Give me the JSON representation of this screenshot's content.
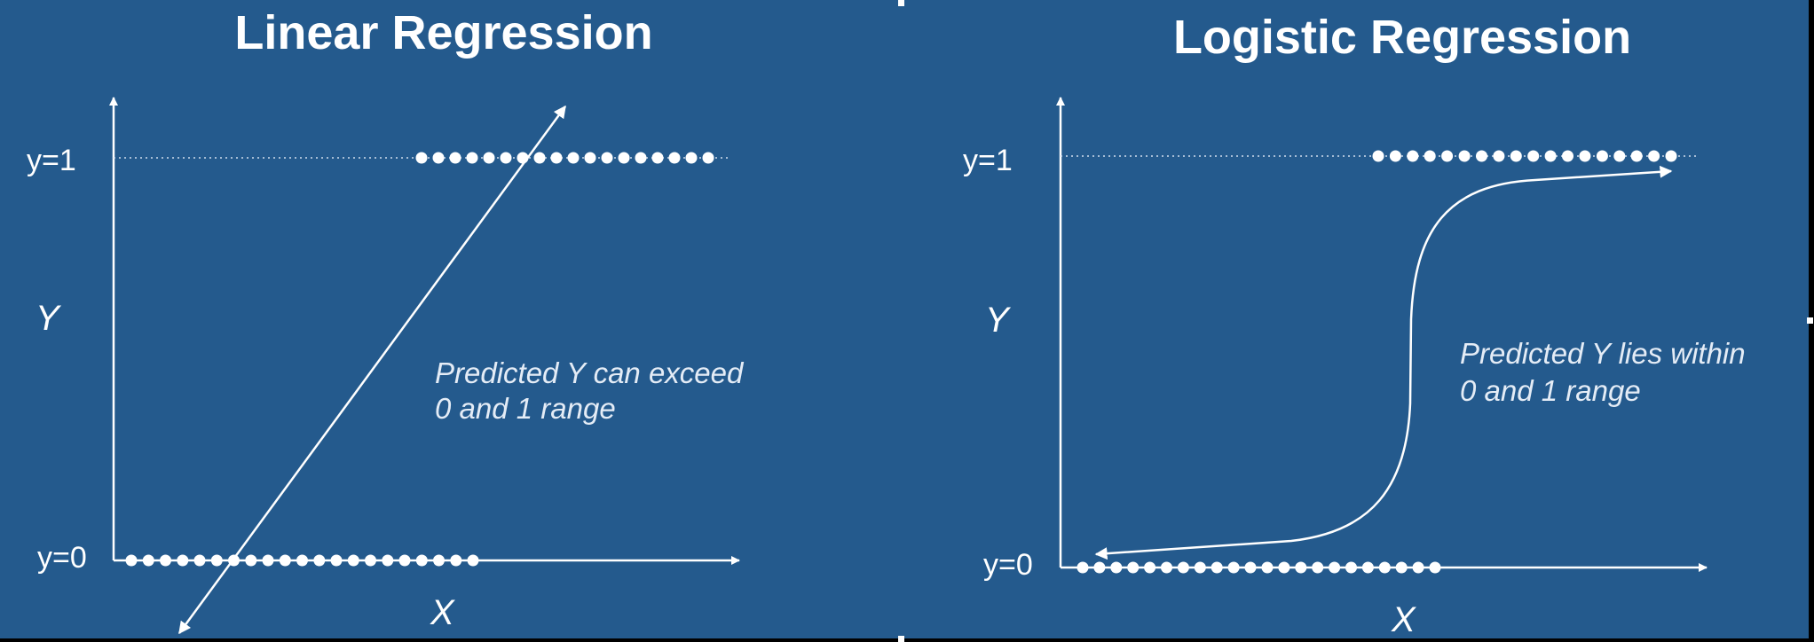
{
  "colors": {
    "background": "#245a8d",
    "foreground": "#ffffff",
    "frame": "#000000"
  },
  "left_panel": {
    "title": "Linear Regression",
    "y_axis_label": "Y",
    "x_axis_label": "X",
    "tick_top": "y=1",
    "tick_bottom": "y=0",
    "annotation_line1": "Predicted Y can exceed",
    "annotation_line2": "0 and 1 range"
  },
  "right_panel": {
    "title": "Logistic Regression",
    "y_axis_label": "Y",
    "x_axis_label": "X",
    "tick_top": "y=1",
    "tick_bottom": "y=0",
    "annotation_line1": "Predicted Y lies within",
    "annotation_line2": "0 and 1 range"
  }
}
